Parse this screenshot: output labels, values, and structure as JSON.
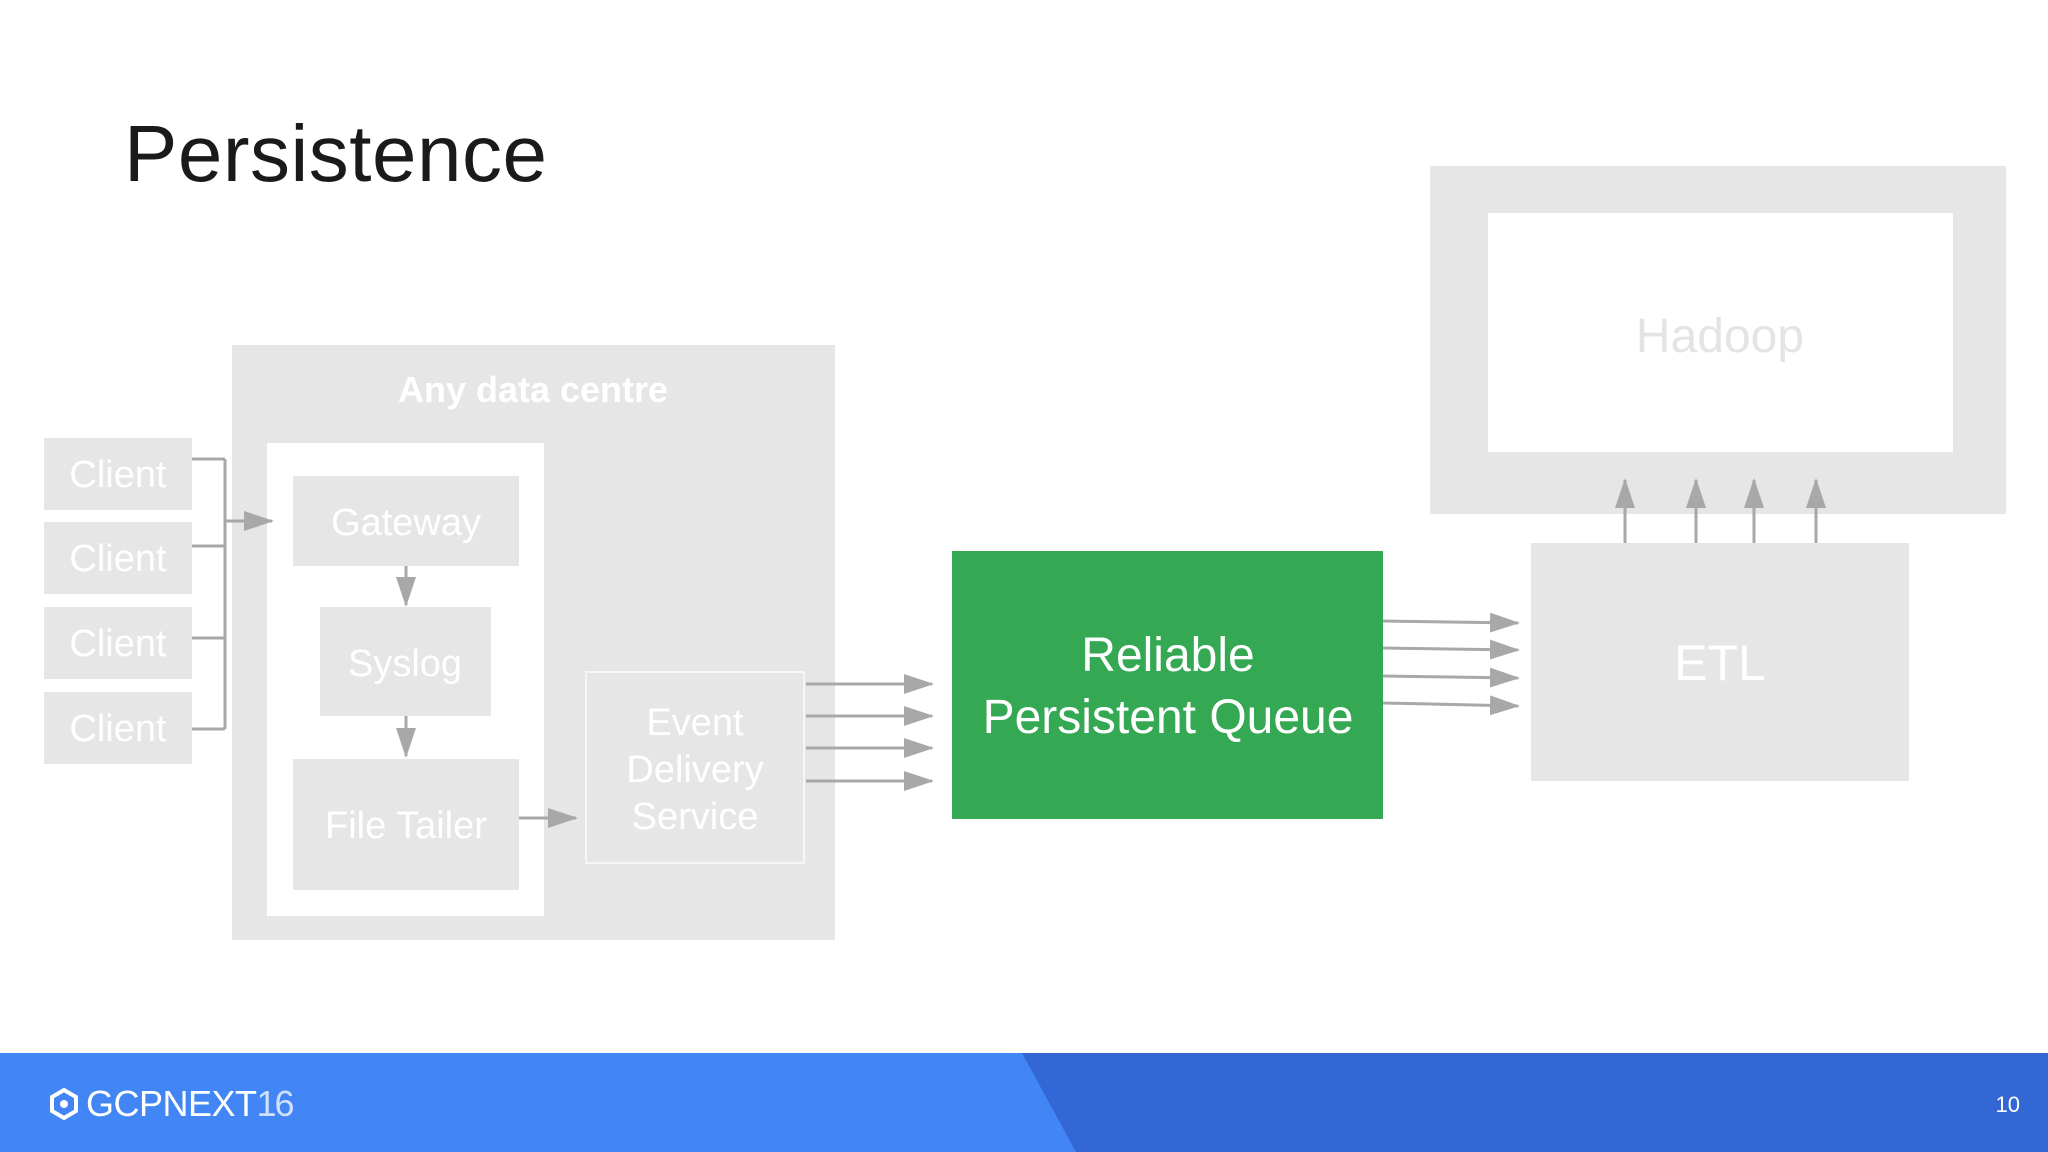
{
  "slide": {
    "title": "Persistence",
    "page_number": "10"
  },
  "diagram": {
    "clients": [
      "Client",
      "Client",
      "Client",
      "Client"
    ],
    "data_centre_label": "Any data centre",
    "gateway": "Gateway",
    "syslog": "Syslog",
    "file_tailer": "File Tailer",
    "event_delivery": [
      "Event",
      "Delivery",
      "Service"
    ],
    "queue": [
      "Reliable",
      "Persistent Queue"
    ],
    "etl": "ETL",
    "hadoop": "Hadoop"
  },
  "footer": {
    "brand_main": "GCPNEXT",
    "brand_year": "16"
  },
  "colors": {
    "highlight": "#34a853",
    "faded_box": "#e6e6e6",
    "faded_text": "#ffffff",
    "arrow": "#a8a8a8",
    "footer_light": "#4285f4",
    "footer_dark": "#3367d6"
  },
  "icons": [
    "gcp-hexagon-logo-icon"
  ]
}
